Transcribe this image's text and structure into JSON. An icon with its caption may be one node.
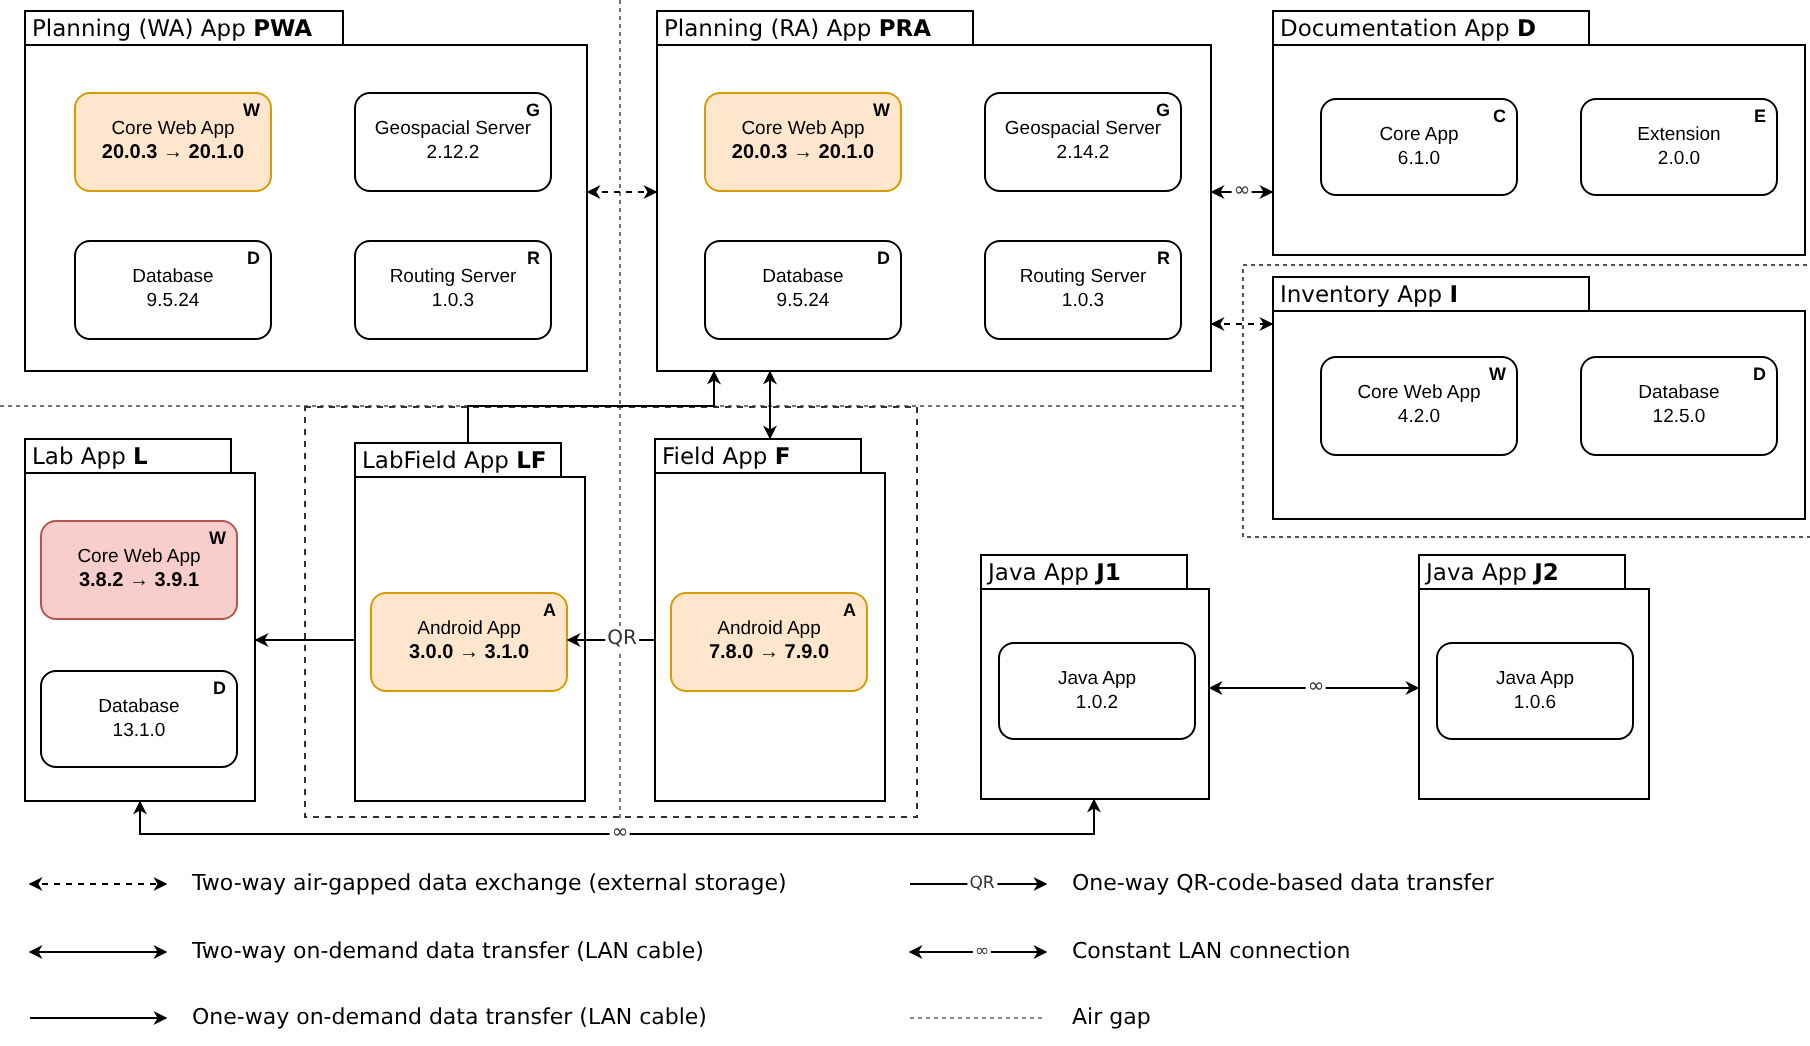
{
  "diagram": {
    "nodes": [
      {
        "text": [
          "Planning (WA) App **PWA**"
        ]
      },
      {
        "text": [
          "W",
          "Core Web App",
          "20.0.3 → 20.1.0"
        ],
        "in": 0
      },
      {
        "text": [
          "G",
          "Geospacial Server",
          "2.12.2"
        ],
        "in": 0
      },
      {
        "text": [
          "D",
          "Database",
          "9.5.24"
        ],
        "in": 0
      },
      {
        "text": [
          "R",
          "Routing Server",
          "1.0.3"
        ],
        "in": 0
      },
      {
        "text": [
          "Planning (RA) App **PRA**"
        ]
      },
      {
        "text": [
          "W",
          "Core Web App",
          "20.0.3 → 20.1.0"
        ],
        "in": 5
      },
      {
        "text": [
          "G",
          "Geospacial Server",
          "2.14.2"
        ],
        "in": 5
      },
      {
        "text": [
          "D",
          "Database",
          "9.5.24"
        ],
        "in": 5
      },
      {
        "text": [
          "R",
          "Routing Server",
          "1.0.3"
        ],
        "in": 5
      },
      {
        "text": [
          "Documentation App **D**"
        ]
      },
      {
        "text": [
          "C",
          "Core App",
          "6.1.0"
        ],
        "in": 10
      },
      {
        "text": [
          "E",
          "Extension",
          "2.0.0"
        ],
        "in": 10
      },
      {
        "text": [
          "Inventory App **I**"
        ]
      },
      {
        "text": [
          "W",
          "Core Web App",
          "4.2.0"
        ],
        "in": 13
      },
      {
        "text": [
          "D",
          "Database",
          "12.5.0"
        ],
        "in": 13
      },
      {
        "text": [
          "Lab App **L**"
        ]
      },
      {
        "text": [
          "W",
          "Core Web App",
          "3.8.2 → 3.9.1"
        ],
        "in": 16
      },
      {
        "text": [
          "D",
          "Database",
          "13.1.0"
        ],
        "in": 16
      },
      {
        "text": [
          "LabField App **LF**"
        ]
      },
      {
        "text": [
          "A",
          "Android App",
          "3.0.0 → 3.1.0"
        ],
        "in": 19
      },
      {
        "text": [
          "Field App **F**"
        ]
      },
      {
        "text": [
          "A",
          "Android App",
          "7.8.0 → 7.9.0"
        ],
        "in": 21
      },
      {
        "text": [
          "Java App **J1**"
        ]
      },
      {
        "text": [
          "Java App",
          "1.0.2"
        ],
        "in": 23
      },
      {
        "text": [
          "Java App **J2**"
        ]
      },
      {
        "text": [
          "Java App",
          "1.0.6"
        ],
        "in": 25
      }
    ],
    "edges": [
      {
        "from": 5,
        "to": 0,
        "arrow": "both",
        "style": "dashed"
      },
      {
        "from": 5,
        "to": 10,
        "arrow": "both",
        "label": "∞"
      },
      {
        "from": 5,
        "to": 13,
        "arrow": "both",
        "style": "dashed"
      },
      {
        "from": 19,
        "to": 5,
        "arrow": "to"
      },
      {
        "from": 5,
        "to": 21,
        "arrow": "both"
      },
      {
        "from": 19,
        "to": 16,
        "arrow": "to"
      },
      {
        "from": 21,
        "to": 20,
        "arrow": "to",
        "label": "QR"
      },
      {
        "from": 16,
        "to": 23,
        "arrow": "both",
        "label": "∞"
      },
      {
        "from": 23,
        "to": 25,
        "arrow": "both",
        "label": "∞"
      }
    ],
    "labels": [
      "QR",
      "∞"
    ],
    "legend": [
      {
        "text": "Two-way air-gapped data exchange (external storage)"
      },
      {
        "text": "One-way QR-code-based data transfer"
      },
      {
        "text": "Two-way on-demand data transfer (LAN cable)"
      },
      {
        "text": "Constant LAN connection"
      },
      {
        "text": "One-way on-demand data transfer (LAN cable)"
      },
      {
        "text": "Air gap"
      }
    ]
  }
}
